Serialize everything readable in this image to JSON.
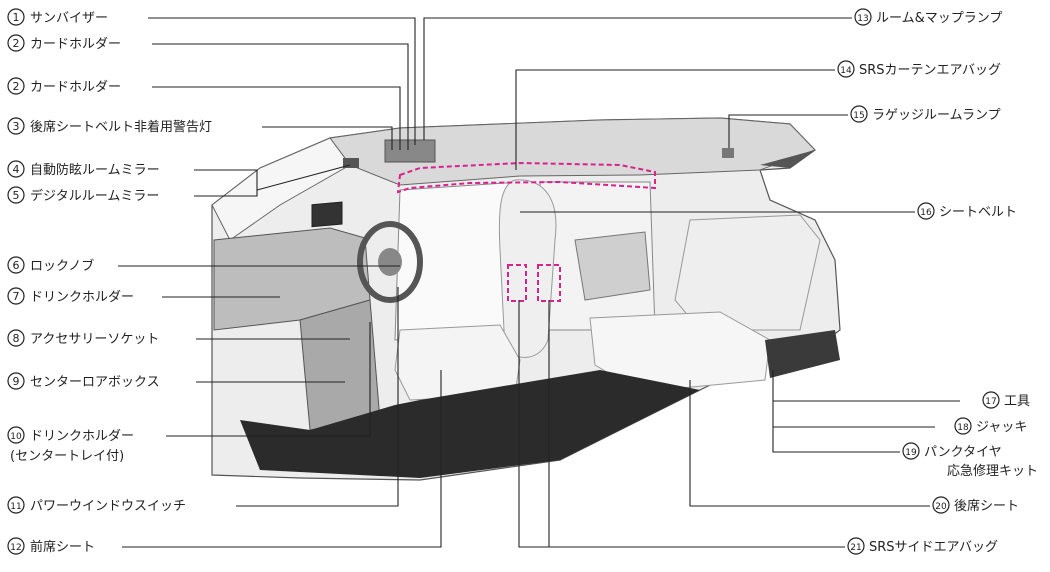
{
  "labels": {
    "l1": {
      "num": "1",
      "text": "サンバイザー"
    },
    "l2a": {
      "num": "2",
      "text": "カードホルダー"
    },
    "l2b": {
      "num": "2",
      "text": "カードホルダー"
    },
    "l3": {
      "num": "3",
      "text": "後席シートベルト非着用警告灯"
    },
    "l4": {
      "num": "4",
      "text": "自動防眩ルームミラー"
    },
    "l5": {
      "num": "5",
      "text": "デジタルルームミラー"
    },
    "l6": {
      "num": "6",
      "text": "ロックノブ"
    },
    "l7": {
      "num": "7",
      "text": "ドリンクホルダー"
    },
    "l8": {
      "num": "8",
      "text": "アクセサリーソケット"
    },
    "l9": {
      "num": "9",
      "text": "センターロアボックス"
    },
    "l10": {
      "num": "10",
      "text": "ドリンクホルダー",
      "text2": "(センタートレイ付)"
    },
    "l11": {
      "num": "11",
      "text": "パワーウインドウスイッチ"
    },
    "l12": {
      "num": "12",
      "text": "前席シート"
    },
    "l13": {
      "num": "13",
      "text": "ルーム&マップランプ"
    },
    "l14": {
      "num": "14",
      "text": "SRSカーテンエアバッグ"
    },
    "l15": {
      "num": "15",
      "text": "ラゲッジルームランプ"
    },
    "l16": {
      "num": "16",
      "text": "シートベルト"
    },
    "l17": {
      "num": "17",
      "text": "工具"
    },
    "l18": {
      "num": "18",
      "text": "ジャッキ"
    },
    "l19": {
      "num": "19",
      "text": "パンクタイヤ",
      "text2": "応急修理キット"
    },
    "l20": {
      "num": "20",
      "text": "後席シート"
    },
    "l21": {
      "num": "21",
      "text": "SRSサイドエアバッグ"
    }
  },
  "colors": {
    "airbag_outline": "#d6248c",
    "leader_line": "#222222",
    "floor": "#2b2b2b"
  }
}
